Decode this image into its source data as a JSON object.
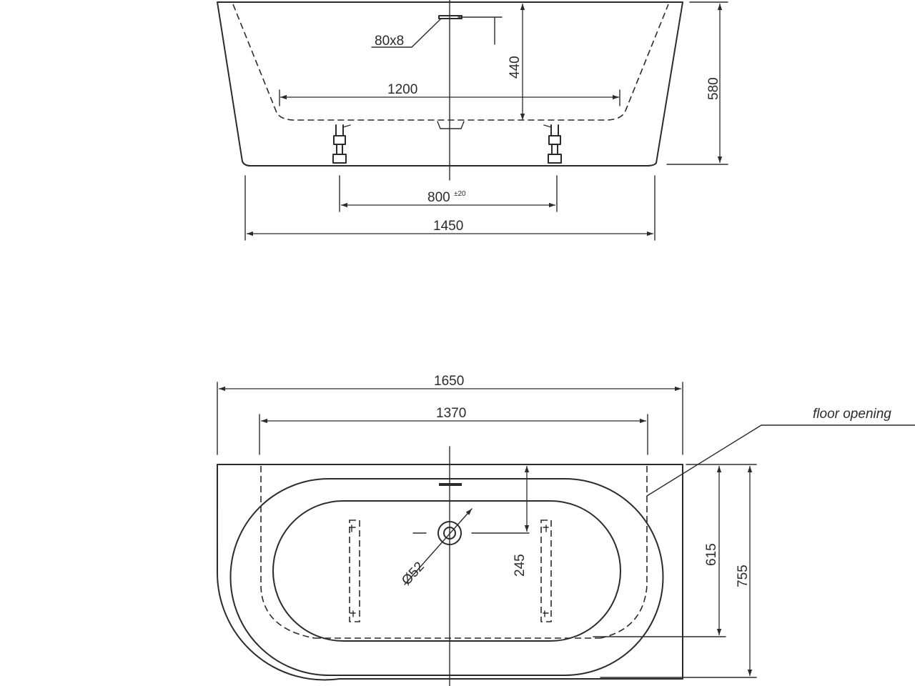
{
  "side_view": {
    "overflow_label": "80x8",
    "dim_inner_width": "1200",
    "dim_depth": "440",
    "dim_height": "580",
    "dim_feet_spacing": "800",
    "dim_feet_tolerance": "±20",
    "dim_base_width": "1450"
  },
  "plan_view": {
    "dim_total_length": "1650",
    "dim_opening_length": "1370",
    "floor_opening_label": "floor opening",
    "dim_drain_diameter": "Ø52",
    "dim_drain_offset": "245",
    "dim_opening_width": "615",
    "dim_total_width": "755"
  }
}
